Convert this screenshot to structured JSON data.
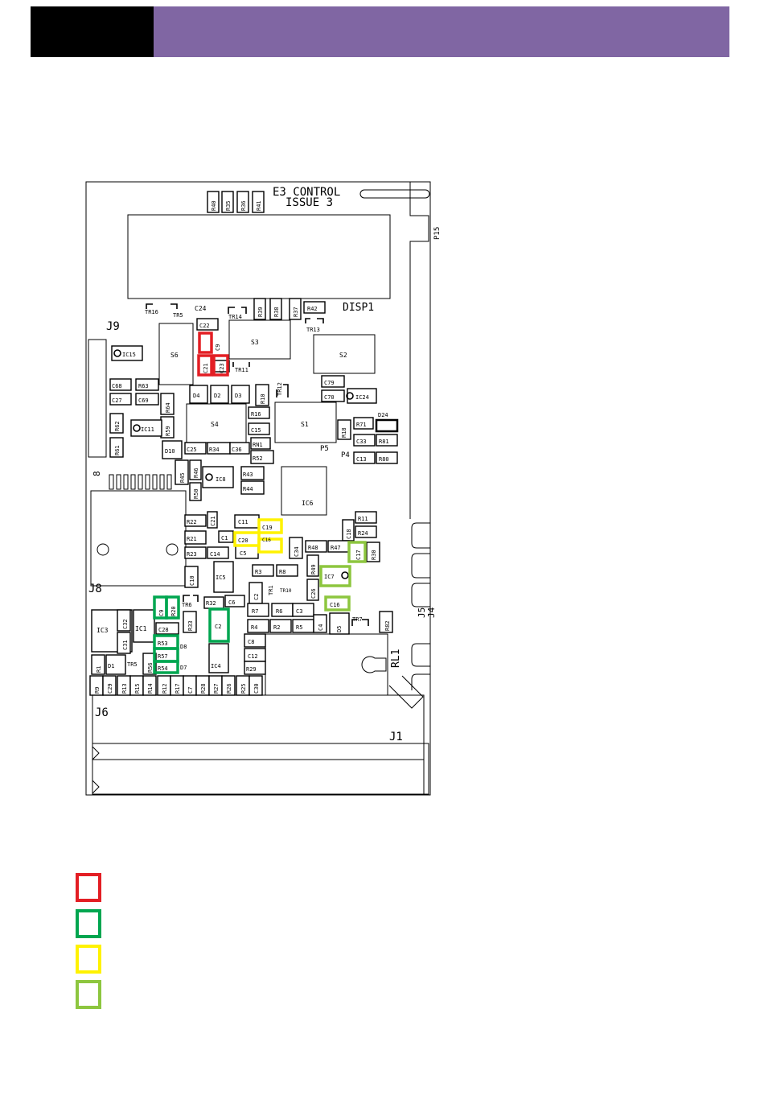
{
  "header": {
    "left_color": "#000000",
    "bar_color": "#8066a3"
  },
  "board": {
    "title": "E3 CONTROL",
    "subtitle": "ISSUE 3",
    "connectors": {
      "j9": "J9",
      "j8": "J8",
      "j6": "J6",
      "j1": "J1",
      "p15": "P15",
      "p5": "P5",
      "p4": "P4",
      "rl1": "RL1",
      "j5": "J5",
      "j4": "J4",
      "disp": "DISP1",
      "pin8": "8"
    },
    "components": {
      "r40": "R40",
      "r35": "R35",
      "r36": "R36",
      "r41": "R41",
      "tr16": "TR16",
      "tr5": "TR5",
      "c24": "C24",
      "tr14": "TR14",
      "r39": "R39",
      "r38": "R38",
      "r37": "R37",
      "r42": "R42",
      "tr13": "TR13",
      "c22": "C22",
      "s3": "S3",
      "s6": "S6",
      "s2": "S2",
      "ic15": "IC15",
      "c9": "C9",
      "c21": "C21",
      "c23": "C23",
      "tr11": "TR11",
      "c68": "C68",
      "r63": "R63",
      "c27": "C27",
      "c69": "C69",
      "r64": "R64",
      "d4": "D4",
      "d2": "D2",
      "d3": "D3",
      "r10": "R10",
      "tr12": "TR12",
      "c79": "C79",
      "c70": "C70",
      "ic24": "IC24",
      "r62": "R62",
      "ic11": "IC11",
      "r59": "R59",
      "s4": "S4",
      "r16": "R16",
      "s1": "S1",
      "r18": "R18",
      "r71": "R71",
      "d24": "D24",
      "c15": "C15",
      "rn1": "RN1",
      "c33": "C33",
      "r81": "R81",
      "r61": "R61",
      "d10": "D10",
      "c25": "C25",
      "r34": "R34",
      "c36": "C36",
      "r52": "R52",
      "c13": "C13",
      "r80": "R80",
      "r45": "R45",
      "r46": "R46",
      "r50": "R50",
      "ic8": "IC8",
      "r43": "R43",
      "r44": "R44",
      "ic6": "IC6",
      "r22": "R22",
      "c21b": "C21",
      "c11": "C11",
      "c19": "C19",
      "r11": "R11",
      "c18": "C18",
      "r24": "R24",
      "r21": "R21",
      "c1": "C1",
      "c20": "C20",
      "c16b": "C16",
      "c34": "C34",
      "r48": "R48",
      "r47": "R47",
      "c17": "C17",
      "r30": "R30",
      "r23": "R23",
      "c14": "C14",
      "c5": "C5",
      "ic5": "IC5",
      "c10": "C10",
      "r3": "R3",
      "r8": "R8",
      "tr1": "TR1",
      "tr10": "TR10",
      "r49": "R49",
      "c26": "C26",
      "ic7": "IC7",
      "c9b": "C9",
      "r20": "R20",
      "tr6": "TR6",
      "r32": "R32",
      "c6": "C6",
      "c2": "C2",
      "c2b": "C2",
      "r7": "R7",
      "r6": "R6",
      "c3": "C3",
      "c16": "C16",
      "tr7": "TR7",
      "r82": "R82",
      "ic3": "IC3",
      "c32": "C32",
      "ic1": "IC1",
      "c31": "C31",
      "c28": "C28",
      "r33": "R33",
      "r4": "R4",
      "r2": "R2",
      "r5": "R5",
      "c4": "C4",
      "d5": "D5",
      "r53": "R53",
      "d8": "D8",
      "c8": "C8",
      "r57": "R57",
      "c12": "C12",
      "r1": "R1",
      "d1": "D1",
      "r56": "R56",
      "r54": "R54",
      "d7": "D7",
      "ic4": "IC4",
      "r29": "R29",
      "r9": "R9",
      "c29": "C29",
      "r13": "R13",
      "r15": "R15",
      "r14": "R14",
      "r12": "R12",
      "r17": "R17",
      "c7": "C7",
      "r28": "R28",
      "r27": "R27",
      "r26": "R26",
      "r25": "R25",
      "c30": "C30"
    },
    "highlight_colors": {
      "red": "#e31e24",
      "green": "#00a650",
      "yellow": "#fff200",
      "light_green": "#8dc63f"
    }
  },
  "legend": [
    {
      "color": "#e31e24"
    },
    {
      "color": "#00a650"
    },
    {
      "color": "#fff200"
    },
    {
      "color": "#8dc63f"
    }
  ]
}
